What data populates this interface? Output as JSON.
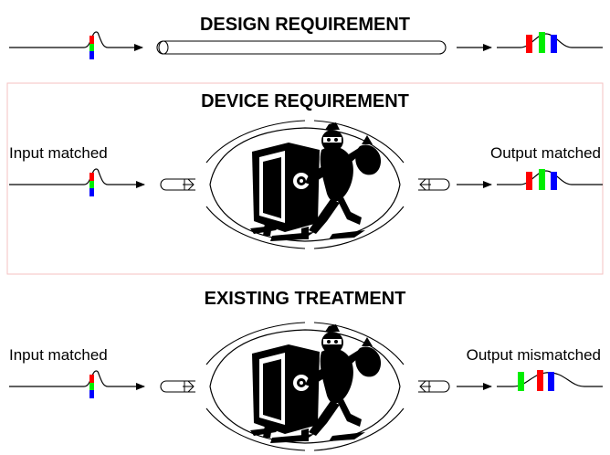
{
  "sections": {
    "design": {
      "title": "DESIGN REQUIREMENT"
    },
    "device": {
      "title": "DEVICE REQUIREMENT",
      "input_label": "Input matched",
      "output_label": "Output matched"
    },
    "existing": {
      "title": "EXISTING TREATMENT",
      "input_label": "Input matched",
      "output_label": "Output mismatched"
    }
  },
  "colors": {
    "red": "#ff0000",
    "green": "#00ee00",
    "blue": "#0000ff",
    "panel_border": "#f4c2c2"
  },
  "icons": {
    "device": "safe-cracker-icon"
  }
}
